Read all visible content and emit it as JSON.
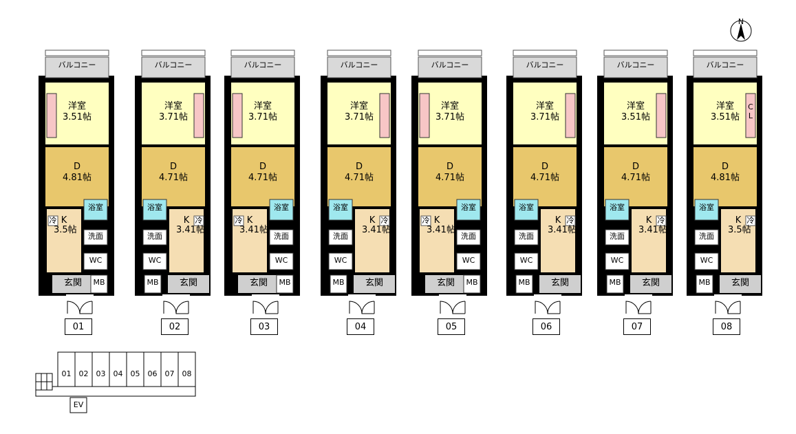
{
  "units": [
    {
      "number": "01",
      "balcony": "バルコニー",
      "bedroom": {
        "label": "洋室",
        "size": "3.51帖"
      },
      "dining": {
        "label": "D",
        "size": "4.81帖"
      },
      "kitchen": {
        "label": "K",
        "size": "3.5帖"
      },
      "bath": "浴室",
      "wash": "洗面",
      "wc": "WC",
      "fridge": "冷",
      "entrance": "玄関",
      "mb": "MB",
      "mirror": false
    },
    {
      "number": "02",
      "balcony": "バルコニー",
      "bedroom": {
        "label": "洋室",
        "size": "3.71帖"
      },
      "dining": {
        "label": "D",
        "size": "4.71帖"
      },
      "kitchen": {
        "label": "K",
        "size": "3.41帖"
      },
      "bath": "浴室",
      "wash": "洗面",
      "wc": "WC",
      "fridge": "冷",
      "entrance": "玄関",
      "mb": "MB",
      "mirror": true
    },
    {
      "number": "03",
      "balcony": "バルコニー",
      "bedroom": {
        "label": "洋室",
        "size": "3.71帖"
      },
      "dining": {
        "label": "D",
        "size": "4.71帖"
      },
      "kitchen": {
        "label": "K",
        "size": "3.41帖"
      },
      "bath": "浴室",
      "wash": "洗面",
      "wc": "WC",
      "fridge": "冷",
      "entrance": "玄関",
      "mb": "MB",
      "mirror": false
    },
    {
      "number": "04",
      "balcony": "バルコニー",
      "bedroom": {
        "label": "洋室",
        "size": "3.71帖"
      },
      "dining": {
        "label": "D",
        "size": "4.71帖"
      },
      "kitchen": {
        "label": "K",
        "size": "3.41帖"
      },
      "bath": "浴室",
      "wash": "洗面",
      "wc": "WC",
      "fridge": "冷",
      "entrance": "玄関",
      "mb": "MB",
      "mirror": true
    },
    {
      "number": "05",
      "balcony": "バルコニー",
      "bedroom": {
        "label": "洋室",
        "size": "3.71帖"
      },
      "dining": {
        "label": "D",
        "size": "4.71帖"
      },
      "kitchen": {
        "label": "K",
        "size": "3.41帖"
      },
      "bath": "浴室",
      "wash": "洗面",
      "wc": "WC",
      "fridge": "冷",
      "entrance": "玄関",
      "mb": "MB",
      "mirror": false
    },
    {
      "number": "06",
      "balcony": "バルコニー",
      "bedroom": {
        "label": "洋室",
        "size": "3.71帖"
      },
      "dining": {
        "label": "D",
        "size": "4.71帖"
      },
      "kitchen": {
        "label": "K",
        "size": "3.41帖"
      },
      "bath": "浴室",
      "wash": "洗面",
      "wc": "WC",
      "fridge": "冷",
      "entrance": "玄関",
      "mb": "MB",
      "mirror": true
    },
    {
      "number": "07",
      "balcony": "バルコニー",
      "bedroom": {
        "label": "洋室",
        "size": "3.51帖"
      },
      "dining": {
        "label": "D",
        "size": "4.71帖"
      },
      "kitchen": {
        "label": "K",
        "size": "3.41帖"
      },
      "bath": "浴室",
      "wash": "洗面",
      "wc": "WC",
      "fridge": "冷",
      "entrance": "玄関",
      "mb": "MB",
      "mirror": true
    },
    {
      "number": "08",
      "balcony": "バルコニー",
      "bedroom": {
        "label": "洋室",
        "size": "3.51帖"
      },
      "dining": {
        "label": "D",
        "size": "4.81帖"
      },
      "kitchen": {
        "label": "K",
        "size": "3.5帖"
      },
      "bath": "浴室",
      "wash": "洗面",
      "wc": "WC",
      "fridge": "冷",
      "entrance": "玄関",
      "mb": "MB",
      "mirror": true,
      "closet": "CL"
    }
  ],
  "keymap": {
    "units": [
      "01",
      "02",
      "03",
      "04",
      "05",
      "06",
      "07",
      "08"
    ],
    "ev": "EV"
  },
  "compass": {
    "label": "N"
  },
  "colors": {
    "wall": "#000000",
    "balcony": "#d9d9d9",
    "bedroom": "#ffffc0",
    "dining": "#e8c76c",
    "kitchen": "#f5deb3",
    "bath": "#9fe8ee",
    "closet": "#f7c6c6",
    "entrance": "#cfcfcf"
  }
}
